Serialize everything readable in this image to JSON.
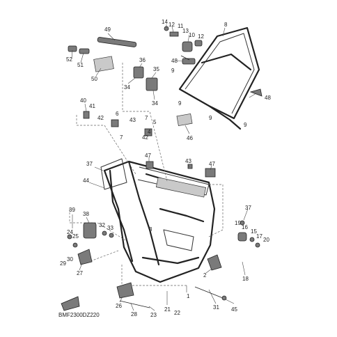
{
  "diagram": {
    "code": "BMF2300DZ220",
    "callouts": [
      {
        "id": "c1",
        "label": "1"
      },
      {
        "id": "c2",
        "label": "2"
      },
      {
        "id": "c3",
        "label": "3"
      },
      {
        "id": "c4",
        "label": "4"
      },
      {
        "id": "c5",
        "label": "5"
      },
      {
        "id": "c6",
        "label": "6"
      },
      {
        "id": "c7",
        "label": "7"
      },
      {
        "id": "c7b",
        "label": "7"
      },
      {
        "id": "c8",
        "label": "8"
      },
      {
        "id": "c9a",
        "label": "9"
      },
      {
        "id": "c9b",
        "label": "9"
      },
      {
        "id": "c9c",
        "label": "9"
      },
      {
        "id": "c9d",
        "label": "9"
      },
      {
        "id": "c10",
        "label": "10"
      },
      {
        "id": "c11",
        "label": "11"
      },
      {
        "id": "c12a",
        "label": "12"
      },
      {
        "id": "c12b",
        "label": "12"
      },
      {
        "id": "c13",
        "label": "13"
      },
      {
        "id": "c14",
        "label": "14"
      },
      {
        "id": "c15",
        "label": "15"
      },
      {
        "id": "c16",
        "label": "16"
      },
      {
        "id": "c17",
        "label": "17"
      },
      {
        "id": "c18",
        "label": "18"
      },
      {
        "id": "c19",
        "label": "19"
      },
      {
        "id": "c20",
        "label": "20"
      },
      {
        "id": "c21",
        "label": "21"
      },
      {
        "id": "c22",
        "label": "22"
      },
      {
        "id": "c23",
        "label": "23"
      },
      {
        "id": "c24",
        "label": "24"
      },
      {
        "id": "c25",
        "label": "25"
      },
      {
        "id": "c26",
        "label": "26"
      },
      {
        "id": "c27",
        "label": "27"
      },
      {
        "id": "c28",
        "label": "28"
      },
      {
        "id": "c29",
        "label": "29"
      },
      {
        "id": "c30",
        "label": "30"
      },
      {
        "id": "c31",
        "label": "31"
      },
      {
        "id": "c32",
        "label": "32"
      },
      {
        "id": "c33",
        "label": "33"
      },
      {
        "id": "c34a",
        "label": "34"
      },
      {
        "id": "c34b",
        "label": "34"
      },
      {
        "id": "c35",
        "label": "35"
      },
      {
        "id": "c36",
        "label": "36"
      },
      {
        "id": "c37a",
        "label": "37"
      },
      {
        "id": "c37b",
        "label": "37"
      },
      {
        "id": "c38",
        "label": "38"
      },
      {
        "id": "c39",
        "label": "39"
      },
      {
        "id": "c40",
        "label": "40"
      },
      {
        "id": "c41",
        "label": "41"
      },
      {
        "id": "c42a",
        "label": "42"
      },
      {
        "id": "c42b",
        "label": "42"
      },
      {
        "id": "c43a",
        "label": "43"
      },
      {
        "id": "c43b",
        "label": "43"
      },
      {
        "id": "c44",
        "label": "44"
      },
      {
        "id": "c45",
        "label": "45"
      },
      {
        "id": "c46",
        "label": "46"
      },
      {
        "id": "c47a",
        "label": "47"
      },
      {
        "id": "c47b",
        "label": "47"
      },
      {
        "id": "c48a",
        "label": "48"
      },
      {
        "id": "c48b",
        "label": "48"
      },
      {
        "id": "c49",
        "label": "49"
      },
      {
        "id": "c50",
        "label": "50"
      },
      {
        "id": "c51",
        "label": "51"
      },
      {
        "id": "c52",
        "label": "52"
      }
    ]
  }
}
